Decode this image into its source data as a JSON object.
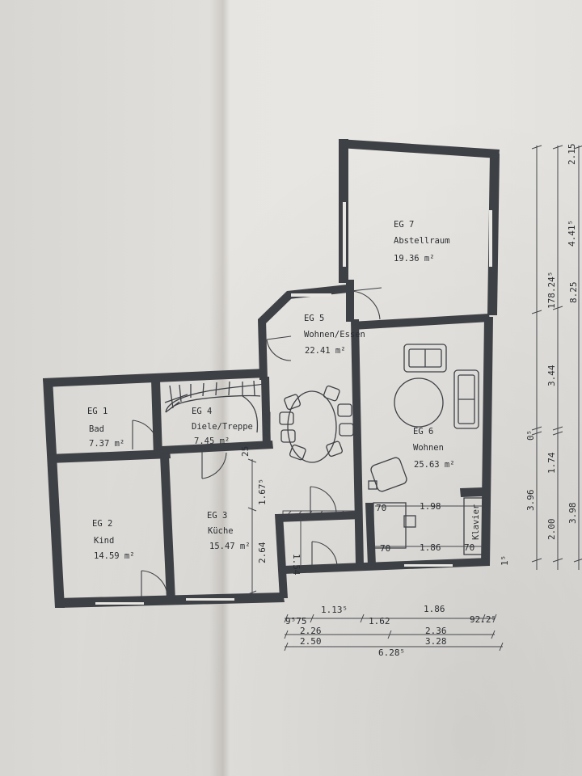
{
  "rooms": [
    {
      "id": "EG 1",
      "name": "Bad",
      "area": "7.37 m²"
    },
    {
      "id": "EG 2",
      "name": "Kind",
      "area": "14.59 m²"
    },
    {
      "id": "EG 3",
      "name": "Küche",
      "area": "15.47 m²"
    },
    {
      "id": "EG 4",
      "name": "Diele/Treppe",
      "area": "7.45 m²"
    },
    {
      "id": "EG 5",
      "name": "Wohnen/Essen",
      "area": "22.41 m²"
    },
    {
      "id": "EG 6",
      "name": "Wohnen",
      "area": "25.63 m²"
    },
    {
      "id": "EG 7",
      "name": "Abstellraum",
      "area": "19.36 m²"
    }
  ],
  "furniture_labels": {
    "klavier": "Klavier"
  },
  "dimensions": {
    "inner": {
      "d_70_a": "70",
      "d_198": "1.98",
      "d_70_b": "70",
      "d_186": "1.86",
      "d_70_c": "70",
      "d_167": "1.67⁵",
      "d_154": "1.54",
      "d_264": "2.64",
      "d_25": "25"
    },
    "right": {
      "col1": {
        "a": "2.15",
        "b": "4.41⁵",
        "c": "8.25"
      },
      "col2": {
        "a": "178.24⁵",
        "b": "3.44",
        "c": "0⁵",
        "d": "1.74",
        "e": "3.96",
        "f": "3.98",
        "g": "2.00",
        "h": "1⁵"
      }
    },
    "bottom": {
      "row1": {
        "a": "9⁵75",
        "b": "1.13⁵",
        "c": "1.62",
        "d": "1.86",
        "e": "92.2⁵"
      },
      "row2": {
        "a": "2.26",
        "b": "2.36"
      },
      "row3": {
        "a": "2.50",
        "b": "3.28"
      },
      "row4": {
        "a": "6.28⁵"
      }
    }
  }
}
